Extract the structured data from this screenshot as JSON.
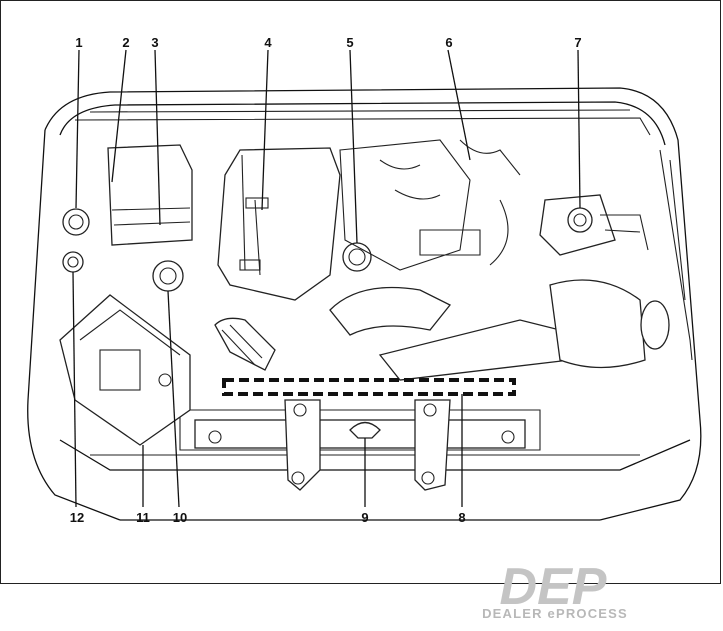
{
  "callouts": [
    {
      "number": "1"
    },
    {
      "number": "2"
    },
    {
      "number": "3"
    },
    {
      "number": "4"
    },
    {
      "number": "5"
    },
    {
      "number": "6"
    },
    {
      "number": "7"
    },
    {
      "number": "8"
    },
    {
      "number": "9"
    },
    {
      "number": "10"
    },
    {
      "number": "11"
    },
    {
      "number": "12"
    }
  ],
  "watermark": {
    "logo": "DEP",
    "tagline": "DEALER ePROCESS",
    "color": "#b8b8b8"
  }
}
